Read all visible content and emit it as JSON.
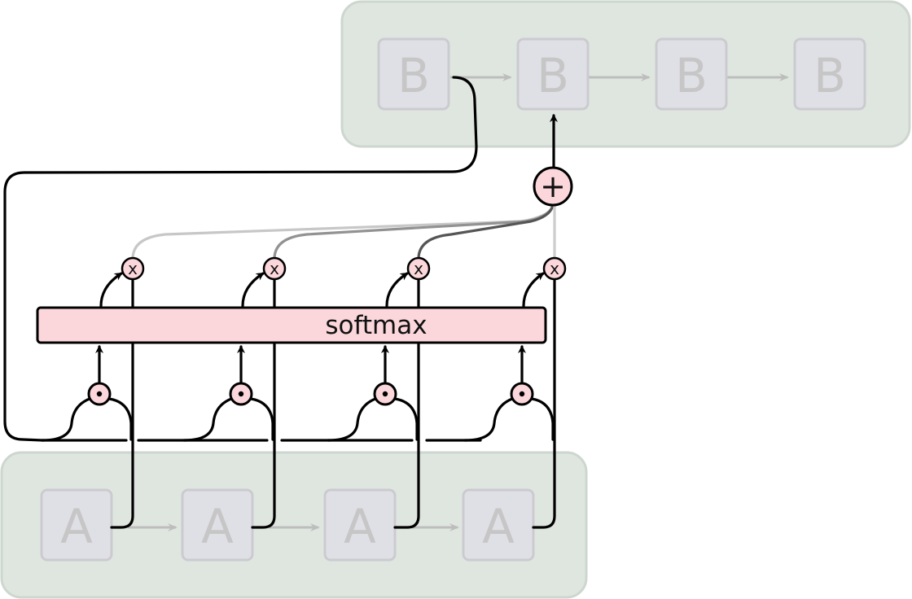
{
  "colors": {
    "panel_fill": "#dfe6e0",
    "panel_stroke": "#cdd6cf",
    "node_fill": "#dfdfe6",
    "node_stroke": "#cbcbcf",
    "node_text": "#c6c6c6",
    "op_fill": "#fbd7dc",
    "line": "#000000"
  },
  "encoder": {
    "label": "A",
    "nodes": [
      "A",
      "A",
      "A",
      "A"
    ]
  },
  "decoder": {
    "label": "B",
    "nodes": [
      "B",
      "B",
      "B",
      "B"
    ]
  },
  "softmax": {
    "label": "softmax"
  },
  "ops": {
    "dot": "•",
    "times": "x",
    "plus": "+"
  },
  "attention_weights": [
    0.15,
    0.45,
    0.8,
    0.12
  ],
  "icons": {
    "dot_product": "dot-product-icon",
    "multiply": "multiply-icon",
    "sum": "sum-icon"
  }
}
